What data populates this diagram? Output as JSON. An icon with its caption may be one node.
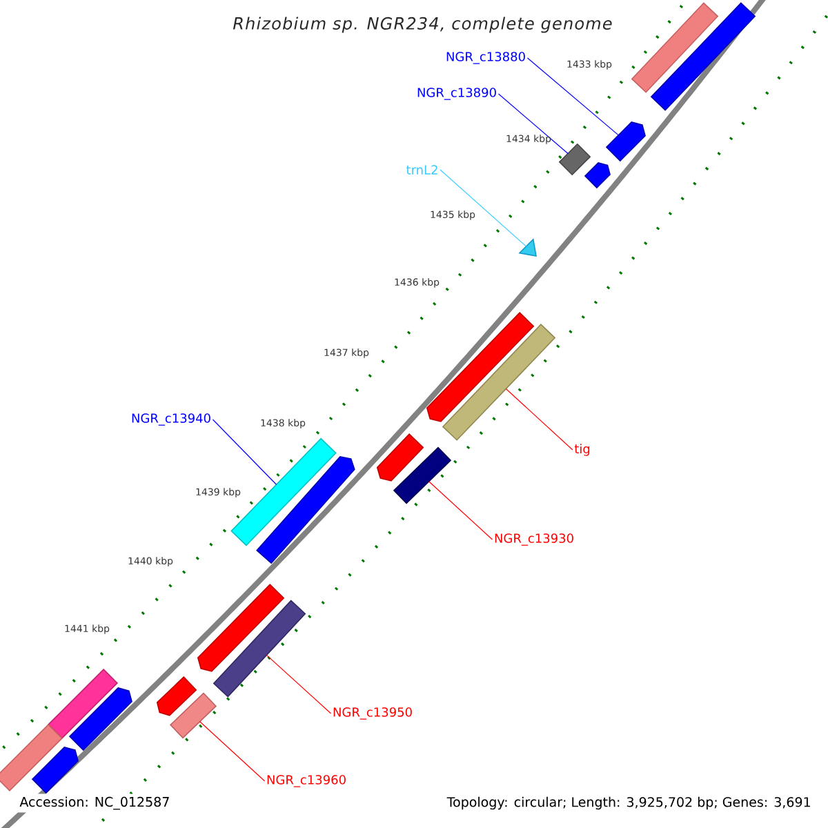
{
  "diagram": {
    "title": "Rhizobium sp. NGR234, complete genome",
    "nodes": [
      {
        "text": [
          "NGR_c13880"
        ]
      },
      {
        "text": [],
        "shape": "bar"
      },
      {
        "text": [],
        "shape": "bar"
      },
      {
        "text": [
          "NGR_c13890"
        ]
      },
      {
        "text": [],
        "shape": "arrow"
      },
      {
        "text": [],
        "shape": "bar"
      },
      {
        "text": [],
        "shape": "arrow"
      },
      {
        "text": [
          "trnL2"
        ]
      },
      {
        "text": [],
        "shape": "triangle"
      },
      {
        "text": [],
        "shape": "arrow"
      },
      {
        "text": [],
        "shape": "bar"
      },
      {
        "text": [
          "NGR_c13940"
        ]
      },
      {
        "text": [
          "tig"
        ]
      },
      {
        "text": [],
        "shape": "bar"
      },
      {
        "text": [],
        "shape": "arrow"
      },
      {
        "text": [],
        "shape": "arrow"
      },
      {
        "text": [],
        "shape": "bar"
      },
      {
        "text": [
          "NGR_c13930"
        ]
      },
      {
        "text": [],
        "shape": "arrow"
      },
      {
        "text": [],
        "shape": "bar"
      },
      {
        "text": [],
        "shape": "arrow"
      },
      {
        "text": [],
        "shape": "bar"
      },
      {
        "text": [
          "NGR_c13950"
        ]
      },
      {
        "text": [],
        "shape": "bar"
      },
      {
        "text": [],
        "shape": "arrow"
      },
      {
        "text": [
          "NGR_c13960"
        ]
      },
      {
        "text": [],
        "shape": "bar"
      },
      {
        "text": [],
        "shape": "arrow"
      }
    ],
    "edges": [
      {
        "from": 0,
        "to": 4,
        "arrow": "none",
        "color": "#0000ff"
      },
      {
        "from": 3,
        "to": 5,
        "arrow": "none",
        "color": "#0000ff"
      },
      {
        "from": 7,
        "to": 8,
        "arrow": "none",
        "color": "#33ccff"
      },
      {
        "from": 11,
        "to": 13,
        "arrow": "none",
        "color": "#0000ff"
      },
      {
        "from": 12,
        "to": 10,
        "arrow": "none"
      },
      {
        "from": 17,
        "to": 16,
        "arrow": "none"
      },
      {
        "from": 22,
        "to": 19,
        "arrow": "none"
      },
      {
        "from": 25,
        "to": 21,
        "arrow": "none"
      }
    ],
    "labels": [
      "1433 kbp",
      "1434 kbp",
      "1435 kbp",
      "1436 kbp",
      "1437 kbp",
      "1438 kbp",
      "1439 kbp",
      "1440 kbp",
      "1441 kbp",
      "Accession: NC_012587",
      "Topology: circular; Length: 3,925,702 bp; Genes: 3,691"
    ]
  }
}
